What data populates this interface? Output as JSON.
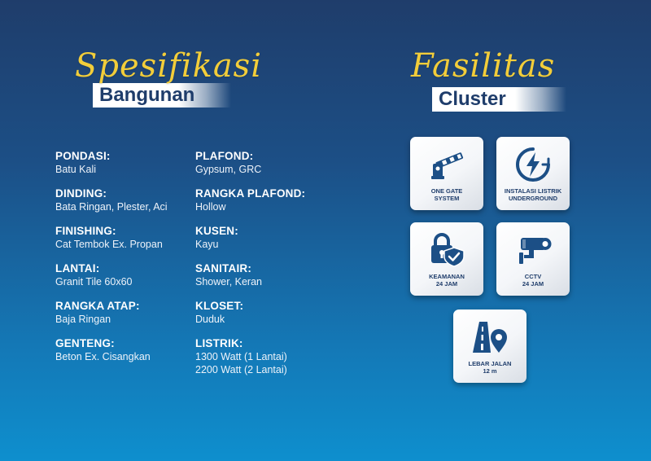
{
  "specifikasi": {
    "script_title": "Spesifikasi",
    "band_title": "Bangunan",
    "left_column": [
      {
        "label": "PONDASI:",
        "value": "Batu Kali"
      },
      {
        "label": "DINDING:",
        "value": "Bata Ringan, Plester, Aci"
      },
      {
        "label": "FINISHING:",
        "value": "Cat Tembok Ex. Propan"
      },
      {
        "label": "LANTAI:",
        "value": "Granit Tile 60x60"
      },
      {
        "label": "RANGKA ATAP:",
        "value": "Baja Ringan"
      },
      {
        "label": "GENTENG:",
        "value": "Beton Ex. Cisangkan"
      }
    ],
    "right_column": [
      {
        "label": "PLAFOND:",
        "value": "Gypsum, GRC"
      },
      {
        "label": "RANGKA PLAFOND:",
        "value": "Hollow"
      },
      {
        "label": "KUSEN:",
        "value": "Kayu"
      },
      {
        "label": "SANITAIR:",
        "value": "Shower, Keran"
      },
      {
        "label": "KLOSET:",
        "value": "Duduk"
      },
      {
        "label": "LISTRIK:",
        "value": "1300 Watt (1 Lantai)",
        "value2": "2200 Watt (2 Lantai)"
      }
    ]
  },
  "fasilitas": {
    "script_title": "Fasilitas",
    "band_title": "Cluster",
    "tiles": [
      {
        "label": "ONE GATE\nSYSTEM",
        "icon": "gate-barrier-icon"
      },
      {
        "label": "INSTALASI LISTRIK\nUNDERGROUND",
        "icon": "lightning-icon"
      },
      {
        "label": "KEAMANAN\n24 JAM",
        "icon": "lock-shield-icon"
      },
      {
        "label": "CCTV\n24 JAM",
        "icon": "cctv-camera-icon"
      },
      {
        "label": "LEBAR JALAN\n12 m",
        "icon": "road-pin-icon"
      }
    ]
  },
  "colors": {
    "background_top": "#1f3d6b",
    "background_bottom": "#0e8fce",
    "script_gold": "#f2cd3a",
    "navy": "#1f3d6b",
    "icon_blue": "#1c4f86"
  }
}
